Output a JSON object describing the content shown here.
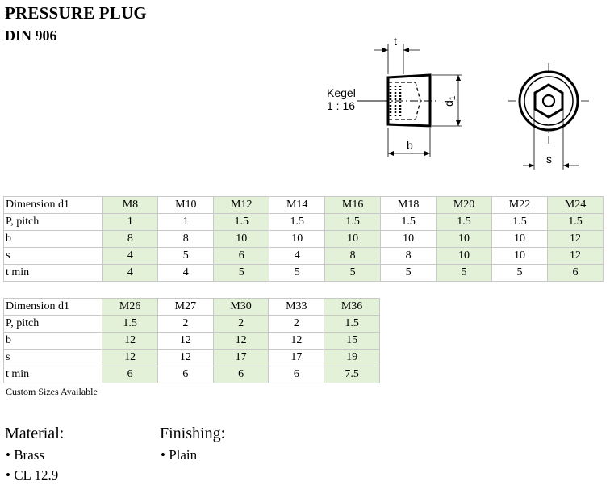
{
  "header": {
    "title": "PRESSURE PLUG",
    "subtitle": "DIN 906"
  },
  "drawing": {
    "label_kegel": "Kegel",
    "label_ratio": "1 : 16",
    "label_t": "t",
    "label_b": "b",
    "label_d": "d",
    "label_d_sub": "1",
    "label_s": "s"
  },
  "table1": {
    "headers": [
      "Dimension d1",
      "M8",
      "M10",
      "M12",
      "M14",
      "M16",
      "M18",
      "M20",
      "M22",
      "M24"
    ],
    "rows": [
      [
        "P, pitch",
        "1",
        "1",
        "1.5",
        "1.5",
        "1.5",
        "1.5",
        "1.5",
        "1.5",
        "1.5"
      ],
      [
        "b",
        "8",
        "8",
        "10",
        "10",
        "10",
        "10",
        "10",
        "10",
        "12"
      ],
      [
        "s",
        "4",
        "5",
        "6",
        "4",
        "8",
        "8",
        "10",
        "10",
        "12"
      ],
      [
        "t min",
        "4",
        "4",
        "5",
        "5",
        "5",
        "5",
        "5",
        "5",
        "6"
      ]
    ]
  },
  "table2": {
    "headers": [
      "Dimension d1",
      "M26",
      "M27",
      "M30",
      "M33",
      "M36"
    ],
    "rows": [
      [
        "P, pitch",
        "1.5",
        "2",
        "2",
        "2",
        "1.5"
      ],
      [
        "b",
        "12",
        "12",
        "12",
        "12",
        "15"
      ],
      [
        "s",
        "12",
        "12",
        "17",
        "17",
        "19"
      ],
      [
        "t min",
        "6",
        "6",
        "6",
        "6",
        "7.5"
      ]
    ]
  },
  "note": "Custom Sizes Available",
  "material": {
    "heading": "Material:",
    "items": [
      "• Brass",
      "• CL 12.9"
    ]
  },
  "finishing": {
    "heading": "Finishing:",
    "items": [
      "• Plain"
    ]
  }
}
